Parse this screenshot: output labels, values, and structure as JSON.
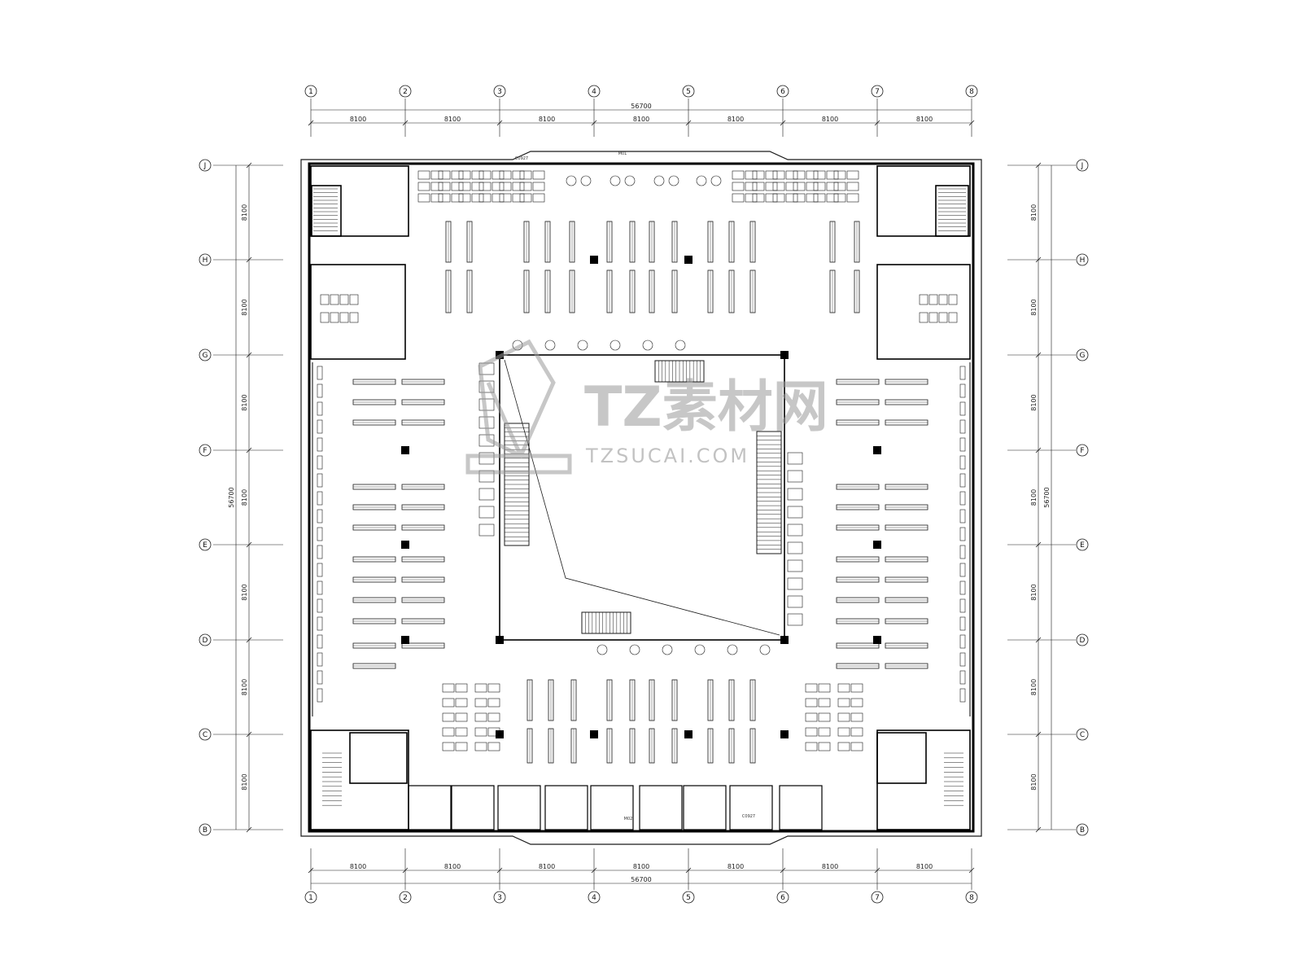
{
  "dimensions": {
    "bay": "8100",
    "total": "56700"
  },
  "axes": {
    "columns": [
      "1",
      "2",
      "3",
      "4",
      "5",
      "6",
      "7",
      "8"
    ],
    "rows": [
      "J",
      "H",
      "G",
      "F",
      "E",
      "D",
      "C",
      "B"
    ]
  },
  "wall_openings": {
    "north_entrance": "M01",
    "south_entrance": "M02",
    "window": "C0927",
    "side_window": "C0927"
  },
  "watermark": {
    "brand": "TZ素材网",
    "url": "TZSUCAI.COM"
  },
  "colors": {
    "line": "#1a1a1a",
    "wall": "#000000",
    "watermark": "#9a9a9a"
  }
}
